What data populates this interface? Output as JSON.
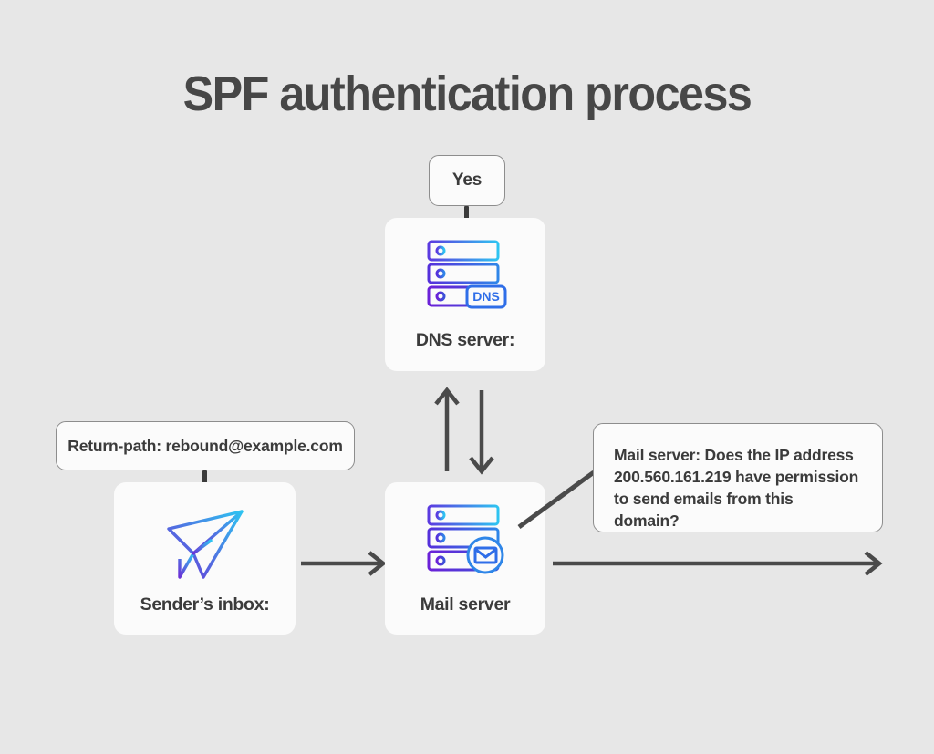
{
  "page": {
    "title": "SPF authentication process",
    "background_color": "#e7e7e7",
    "card_color": "#fbfbfb",
    "text_color": "#3b3b3b",
    "arrow_color": "#4a4a4a",
    "icon_gradient_start": "#6b31d6",
    "icon_gradient_end": "#2ec4f1"
  },
  "nodes": {
    "yes_box": {
      "label": "Yes"
    },
    "dns_server": {
      "label": "DNS server:",
      "icon": "dns-server-rack-icon",
      "badge_text": "DNS"
    },
    "mail_server": {
      "label": "Mail server",
      "icon": "mail-server-rack-icon",
      "badge": "envelope-badge-icon"
    },
    "sender_inbox": {
      "label": "Sender’s inbox:",
      "icon": "paper-plane-icon"
    },
    "return_path": {
      "label": "Return-path: rebound@example.com"
    },
    "question_box": {
      "label": "Mail server: Does the IP address 200.560.161.219 have permission to send emails from this domain?"
    }
  },
  "connectors": [
    {
      "name": "yes-to-dns-stub",
      "type": "line"
    },
    {
      "name": "returnpath-to-sender-stub",
      "type": "line"
    },
    {
      "name": "mail-to-dns-arrow-up",
      "type": "arrow",
      "direction": "up"
    },
    {
      "name": "dns-to-mail-arrow-down",
      "type": "arrow",
      "direction": "down"
    },
    {
      "name": "sender-to-mail-arrow",
      "type": "arrow",
      "direction": "right"
    },
    {
      "name": "mail-outbound-arrow",
      "type": "arrow",
      "direction": "right"
    },
    {
      "name": "mail-to-question-line",
      "type": "line"
    }
  ]
}
